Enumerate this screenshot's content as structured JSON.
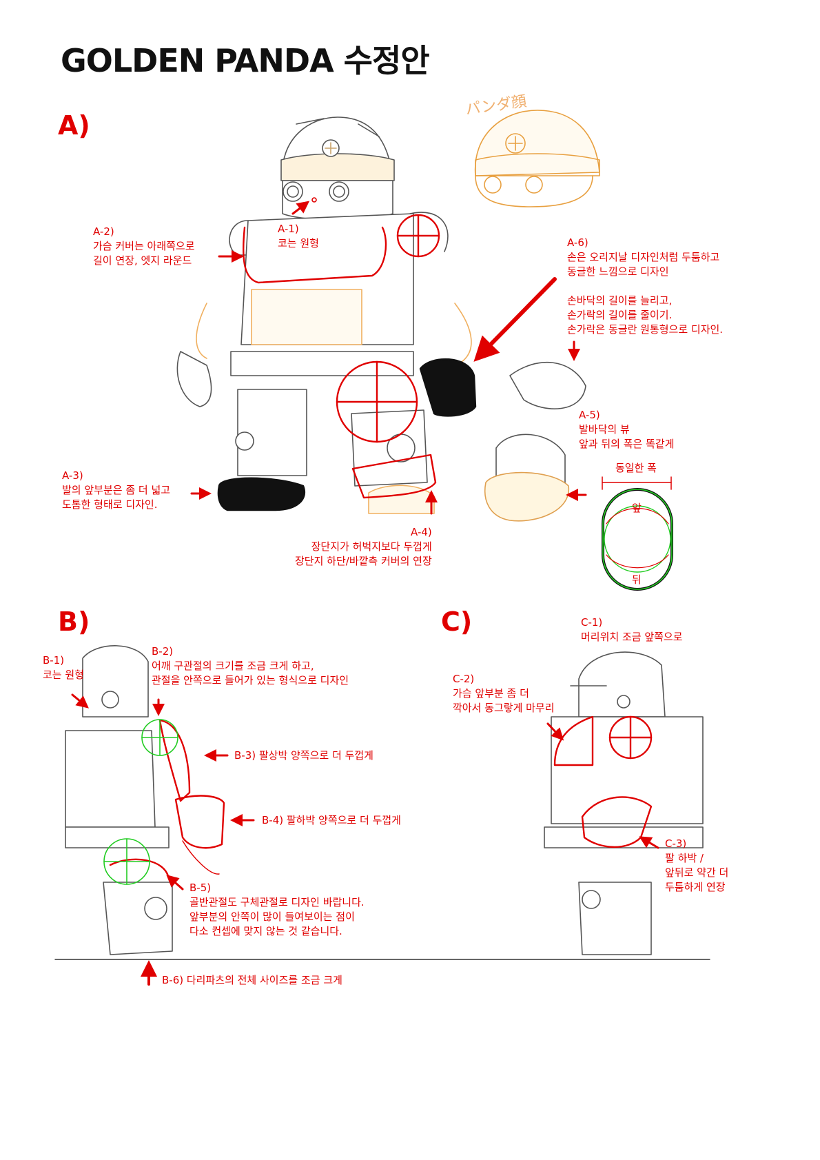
{
  "title": "GOLDEN PANDA 수정안",
  "sections": {
    "a": "A)",
    "b": "B)",
    "c": "C)"
  },
  "notes": {
    "a1": "A-1)\n코는 원형",
    "a2": "A-2)\n가슴 커버는 아래쪽으로\n길이 연장, 엣지 라운드",
    "a3": "A-3)\n발의 앞부분은 좀 더 넓고\n도톰한 형태로 디자인.",
    "a4": "A-4)\n장단지가 허벅지보다 두껍게\n장단지 하단/바깥측 커버의 연장",
    "a5": "A-5)\n발바닥의 뷰\n앞과 뒤의 폭은 똑같게",
    "a6": "A-6)\n손은 오리지날 디자인처럼 두툼하고\n동글한 느낌으로 디자인\n\n손바닥의 길이를 늘리고,\n손가락의 길이를 줄이기.\n손가락은 동글란 원통형으로 디자인.",
    "b1": "B-1)\n코는 원형",
    "b2": "B-2)\n어깨 구관절의 크기를 조금 크게 하고,\n관절을 안쪽으로 들어가 있는 형식으로 디자인",
    "b3": "B-3) 팔상박 양쪽으로 더 두껍게",
    "b4": "B-4) 팔하박 양쪽으로 더 두껍게",
    "b5": "B-5)\n골반관절도 구체관절로 디자인 바랍니다.\n앞부분의 안쪽이 많이 들여보이는 점이\n다소 컨셉에 맞지 않는 것 같습니다.",
    "b6": "B-6) 다리파츠의 전체 사이즈를 조금 크게",
    "c1": "C-1)\n머리위치 조금 앞쪽으로",
    "c2": "C-2)\n가슴 앞부분 좀 더\n깍아서 동그랗게 마무리",
    "c3": "C-3)\n팔 하박 /\n앞뒤로 약간 더\n두툼하게 연장"
  },
  "sole_diagram": {
    "width_label": "동일한 폭",
    "front": "앞",
    "back": "뒤"
  },
  "sketch_notes": {
    "jp_head": "パンダ顔"
  },
  "colors": {
    "red": "#e00000",
    "line": "#555555",
    "orange": "#f0a040",
    "green": "#22cc22"
  }
}
